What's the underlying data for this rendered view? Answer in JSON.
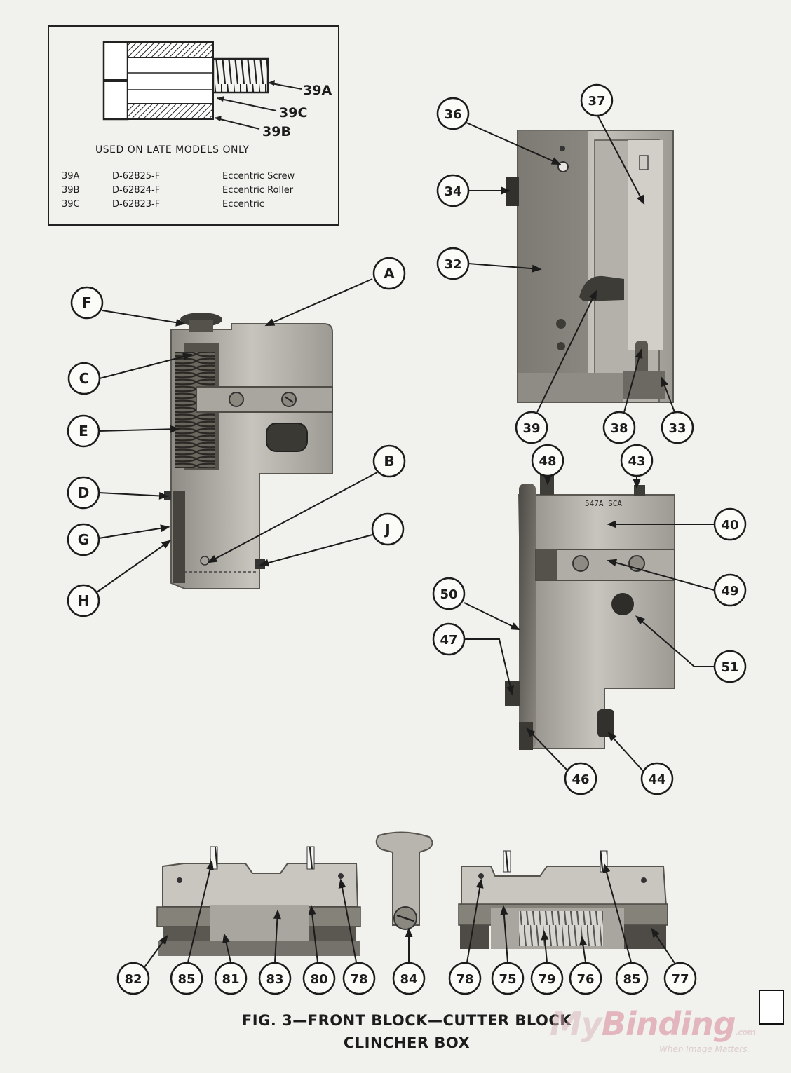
{
  "inset": {
    "heading": "USED ON LATE MODELS ONLY",
    "callouts": [
      "39A",
      "39C",
      "39B"
    ],
    "parts": [
      {
        "item": "39A",
        "part": "D-62825-F",
        "desc": "Eccentric Screw"
      },
      {
        "item": "39B",
        "part": "D-62824-F",
        "desc": "Eccentric Roller"
      },
      {
        "item": "39C",
        "part": "D-62823-F",
        "desc": "Eccentric"
      }
    ]
  },
  "front_block_labels": [
    "F",
    "A",
    "C",
    "E",
    "D",
    "G",
    "H",
    "B",
    "J"
  ],
  "cutter_block_labels": [
    "36",
    "37",
    "34",
    "32",
    "39",
    "38",
    "33"
  ],
  "clincher_block_labels": [
    "48",
    "43",
    "40",
    "49",
    "50",
    "51",
    "47",
    "46",
    "44"
  ],
  "box_labels": [
    "82",
    "85",
    "81",
    "83",
    "80",
    "78",
    "84",
    "78",
    "75",
    "79",
    "76",
    "85",
    "77"
  ],
  "caption": {
    "line1": "FIG. 3—FRONT BLOCK—CUTTER BLOCK",
    "line2": "CLINCHER BOX"
  },
  "watermark": {
    "brand_a": "My",
    "brand_b": "Binding",
    "suffix": ".com",
    "tagline": "When Image Matters."
  },
  "colors": {
    "paper": "#f1f1ee",
    "ink": "#1c1c1c",
    "metal_light": "#b8b5ae",
    "metal_dark": "#6e6b65",
    "watermark": "#d57c8b"
  }
}
